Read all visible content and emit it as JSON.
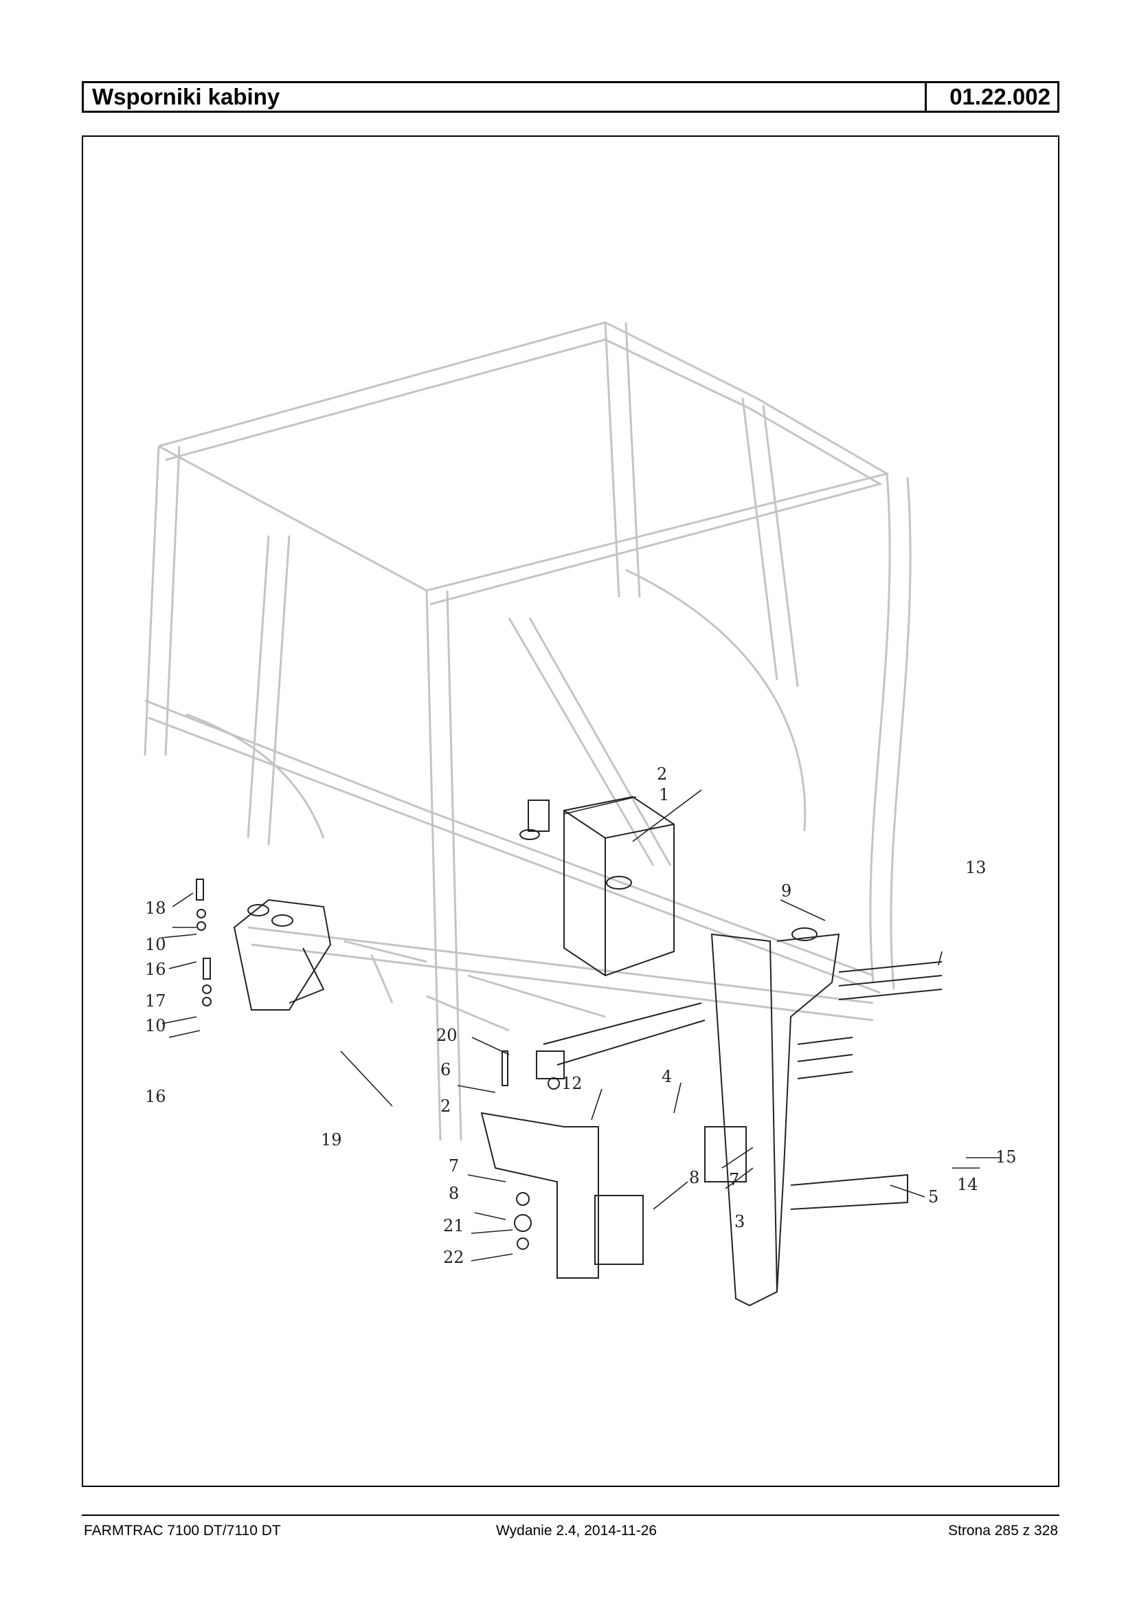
{
  "header": {
    "title": "Wsporniki kabiny",
    "code": "01.22.002"
  },
  "callouts": [
    "1",
    "2",
    "2",
    "3",
    "4",
    "5",
    "6",
    "7",
    "7",
    "8",
    "8",
    "9",
    "10",
    "10",
    "12",
    "13",
    "14",
    "15",
    "16",
    "16",
    "17",
    "18",
    "19",
    "20",
    "21",
    "22"
  ],
  "footer": {
    "left": "FARMTRAC 7100 DT/7110 DT",
    "middle": "Wydanie 2.4,  2014-11-26",
    "right": "Strona 285 z 328"
  }
}
